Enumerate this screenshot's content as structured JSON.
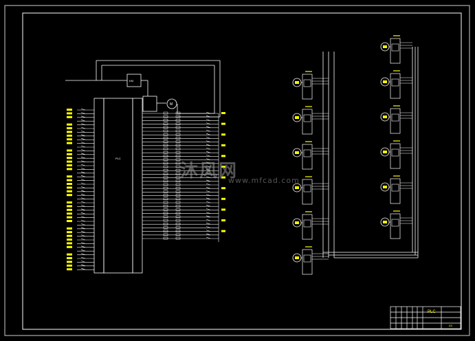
{
  "drawing": {
    "colors": {
      "background": "#000000",
      "line": "#ffffff",
      "label": "#ffff00",
      "watermark": "#9a9a9a"
    },
    "plc_box_label": "PLC",
    "motor_label": "M",
    "breaker_label": "KM",
    "watermark": {
      "brand": "沐风网",
      "url": "www.mfcad.com"
    },
    "title_block": {
      "title": "PLC",
      "sheet": "A3"
    },
    "motor_groups": {
      "left_count": 6,
      "right_count": 6
    }
  }
}
